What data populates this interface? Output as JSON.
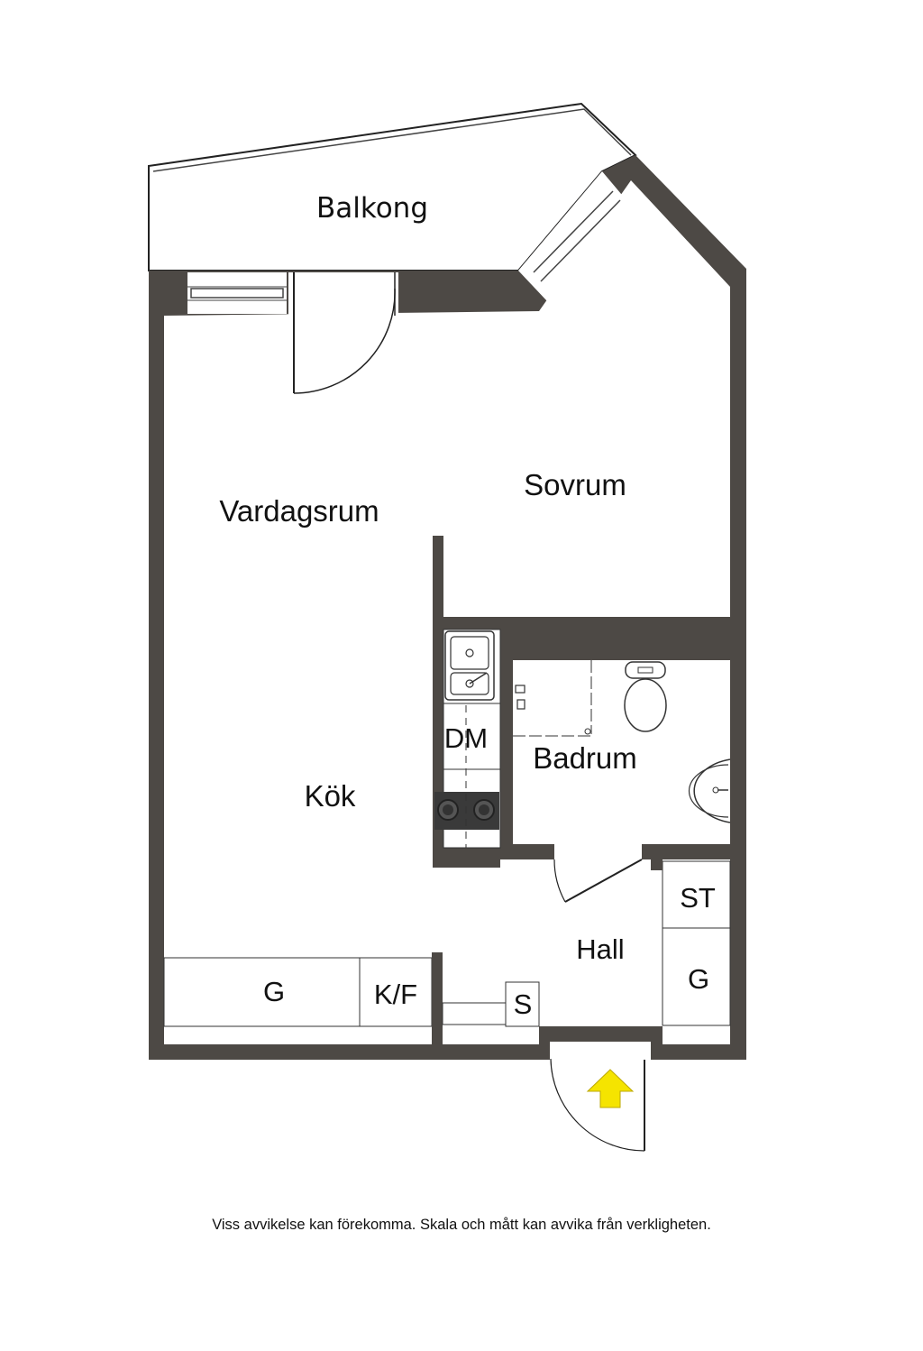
{
  "rooms": {
    "balcony": "Balkong",
    "living_room": "Vardagsrum",
    "bedroom": "Sovrum",
    "kitchen": "Kök",
    "bathroom": "Badrum",
    "hall": "Hall"
  },
  "fixtures": {
    "dishwasher": "DM",
    "wardrobe_kitchen": "G",
    "fridge_freezer": "K/F",
    "shoe_cabinet": "S",
    "storage": "ST",
    "wardrobe_hall": "G"
  },
  "entrance_marker_color": "#f5e400",
  "wall_color": "#4d4945",
  "disclaimer": "Viss avvikelse kan förekomma. Skala och mått kan avvika från verkligheten."
}
